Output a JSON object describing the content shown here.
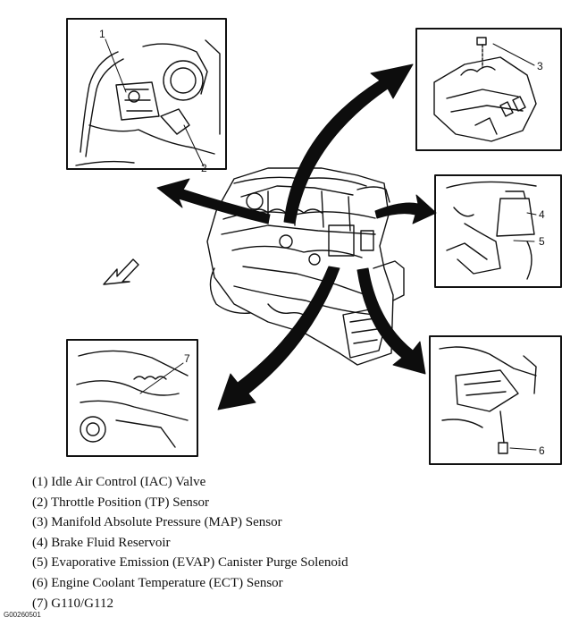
{
  "callouts": [
    "1",
    "2",
    "3",
    "4",
    "5",
    "6",
    "7"
  ],
  "legend": [
    "(1) Idle Air Control (IAC) Valve",
    "(2) Throttle Position (TP) Sensor",
    "(3) Manifold Absolute Pressure (MAP) Sensor",
    "(4) Brake Fluid Reservoir",
    "(5) Evaporative Emission (EVAP) Canister Purge Solenoid",
    "(6) Engine Coolant Temperature (ECT) Sensor",
    "(7) G110/G112"
  ],
  "figure_code": "G00260501",
  "colors": {
    "line": "#111111",
    "arrow": "#0d0d0d",
    "background": "#ffffff"
  }
}
